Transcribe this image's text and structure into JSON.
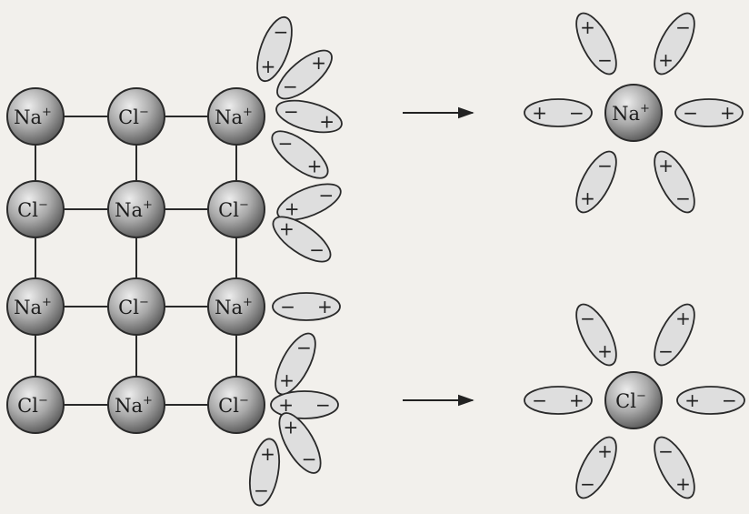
{
  "lattice": {
    "rows": [
      [
        {
          "el": "Na",
          "charge": "+"
        },
        {
          "el": "Cl",
          "charge": "−"
        },
        {
          "el": "Na",
          "charge": "+"
        }
      ],
      [
        {
          "el": "Cl",
          "charge": "−"
        },
        {
          "el": "Na",
          "charge": "+"
        },
        {
          "el": "Cl",
          "charge": "−"
        }
      ],
      [
        {
          "el": "Na",
          "charge": "+"
        },
        {
          "el": "Cl",
          "charge": "−"
        },
        {
          "el": "Na",
          "charge": "+"
        }
      ],
      [
        {
          "el": "Cl",
          "charge": "−"
        },
        {
          "el": "Na",
          "charge": "+"
        },
        {
          "el": "Cl",
          "charge": "−"
        }
      ]
    ]
  },
  "hydrated_ions": [
    {
      "el": "Na",
      "charge": "+"
    },
    {
      "el": "Cl",
      "charge": "−"
    }
  ],
  "dipole_signs": {
    "positive": "+",
    "negative": "−"
  },
  "colors": {
    "background": "#f2f0ec",
    "ion_fill_light": "#e4e4e4",
    "ion_fill_dark": "#6a6a6a",
    "dipole_fill": "#dcdcdc",
    "stroke": "#2a2a2a"
  }
}
